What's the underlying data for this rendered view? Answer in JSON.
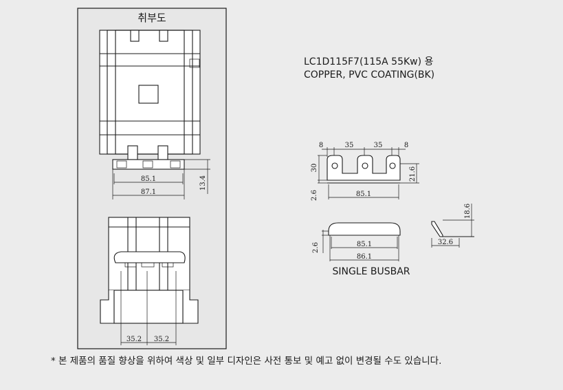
{
  "install_diagram": {
    "title": "취부도",
    "top_view": {
      "dim_inner": "85.1",
      "dim_outer": "87.1",
      "dim_height": "13.4"
    },
    "side_view": {
      "dim_left": "35.2",
      "dim_right": "35.2"
    }
  },
  "product": {
    "model_line": "LC1D115F7(115A  55Kw) 용",
    "material_line": "COPPER, PVC COATING(BK)"
  },
  "busbar_3pole": {
    "dims_top": [
      "8",
      "35",
      "35",
      "8"
    ],
    "dim_left_height": "30",
    "dim_right_height": "21.6",
    "dim_thickness": "2.6",
    "dim_bottom": "85.1"
  },
  "single_busbar": {
    "label": "SINGLE BUSBAR",
    "dim_thickness": "2.6",
    "dim_inner": "85.1",
    "dim_outer": "86.1",
    "side_dim_height": "18.6",
    "side_dim_width": "32.6"
  },
  "footnote": "* 본 제품의 품질 향상을 위하여 색상 및 일부 디자인은 사전 통보 및 예고 없이 변경될 수도 있습니다."
}
